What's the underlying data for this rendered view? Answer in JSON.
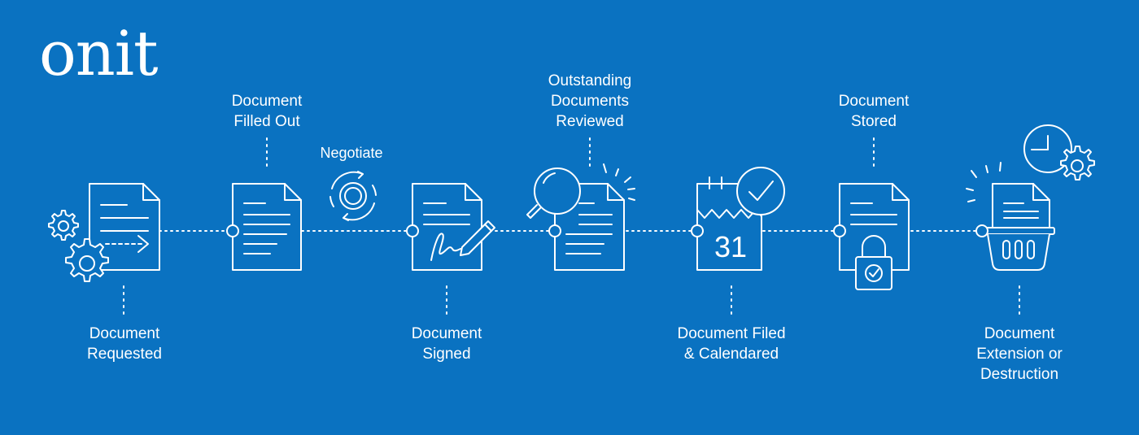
{
  "brand": {
    "logo_text": "onit"
  },
  "colors": {
    "background": "#0a72c1",
    "line": "#ffffff"
  },
  "steps": [
    {
      "lines": [
        "Document",
        "Requested"
      ],
      "icon": "document-request-gears-icon"
    },
    {
      "lines": [
        "Document",
        "Filled Out"
      ],
      "icon": "filled-document-icon"
    },
    {
      "lines": [
        "Document",
        "Signed"
      ],
      "icon": "signed-document-icon"
    },
    {
      "lines": [
        "Outstanding",
        "Documents",
        "Reviewed"
      ],
      "icon": "review-magnifier-icon"
    },
    {
      "lines": [
        "Document Filed",
        "& Calendared"
      ],
      "icon": "calendar-check-icon"
    },
    {
      "lines": [
        "Document",
        "Stored"
      ],
      "icon": "locked-document-icon"
    },
    {
      "lines": [
        "Document",
        "Extension or",
        "Destruction"
      ],
      "icon": "shredder-clock-icon"
    }
  ],
  "negotiate": {
    "label": "Negotiate",
    "icon": "cycle-arrows-icon"
  },
  "calendar_day": "31"
}
